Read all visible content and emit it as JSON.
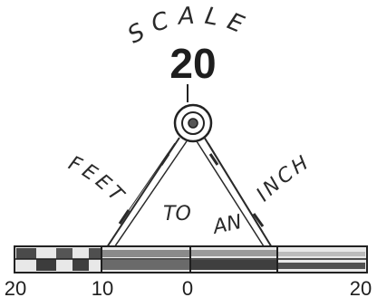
{
  "scale_word": "SCALE",
  "scale_number": "20",
  "feet_to_word": "FEET",
  "to_word": "TO",
  "an_word": "AN",
  "inch_word": "INCH",
  "ruler_labels": {
    "left_20": "20",
    "ten": "10",
    "zero": "0",
    "right_20": "20"
  }
}
